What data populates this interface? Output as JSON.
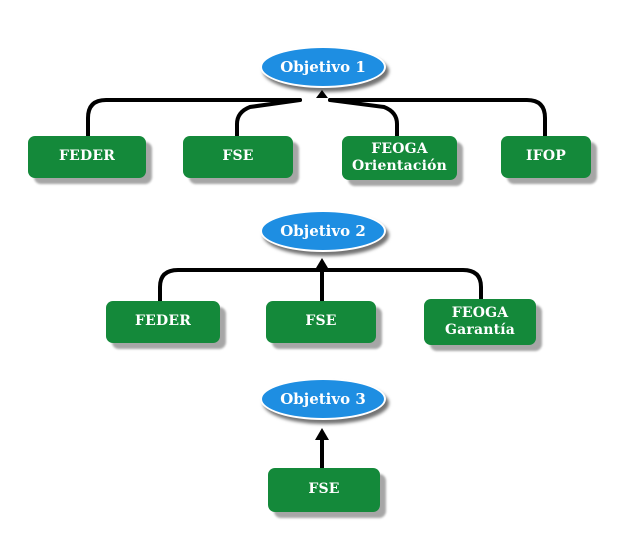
{
  "colors": {
    "objective_fill": "#1e8ee2",
    "fund_fill": "#14893a",
    "connector": "#000000",
    "text": "#ffffff"
  },
  "objectives": [
    {
      "label": "Objetivo 1",
      "funds": [
        {
          "lines": [
            "FEDER"
          ]
        },
        {
          "lines": [
            "FSE"
          ]
        },
        {
          "lines": [
            "FEOGA",
            "Orientación"
          ]
        },
        {
          "lines": [
            "IFOP"
          ]
        }
      ]
    },
    {
      "label": "Objetivo 2",
      "funds": [
        {
          "lines": [
            "FEDER"
          ]
        },
        {
          "lines": [
            "FSE"
          ]
        },
        {
          "lines": [
            "FEOGA",
            "Garantía"
          ]
        }
      ]
    },
    {
      "label": "Objetivo 3",
      "funds": [
        {
          "lines": [
            "FSE"
          ]
        }
      ]
    }
  ]
}
